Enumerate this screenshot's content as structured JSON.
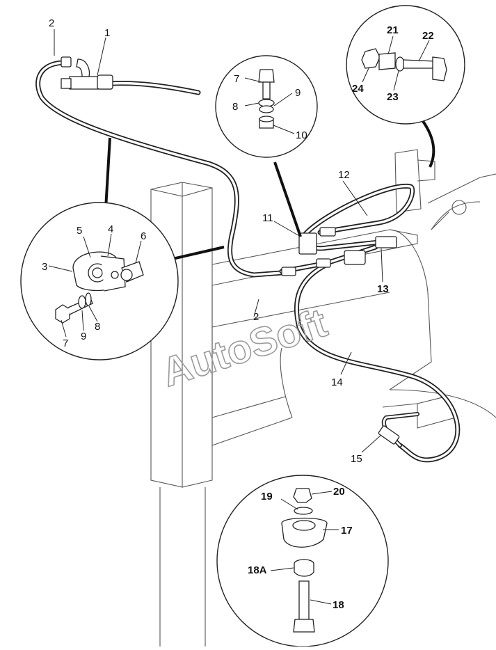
{
  "watermark": "AutoSoft",
  "labels": {
    "l1": "1",
    "l2a": "2",
    "l2b": "2",
    "l3": "3",
    "l4": "4",
    "l5": "5",
    "l6": "6",
    "l7a": "7",
    "l8a": "8",
    "l9a": "9",
    "l7b": "7",
    "l8b": "8",
    "l9b": "9",
    "l10": "10",
    "l11": "11",
    "l12": "12",
    "l13": "13",
    "l14": "14",
    "l15": "15",
    "l17": "17",
    "l18": "18",
    "l18a": "18A",
    "l19": "19",
    "l20": "20",
    "l21": "21",
    "l22": "22",
    "l23": "23",
    "l24": "24"
  }
}
